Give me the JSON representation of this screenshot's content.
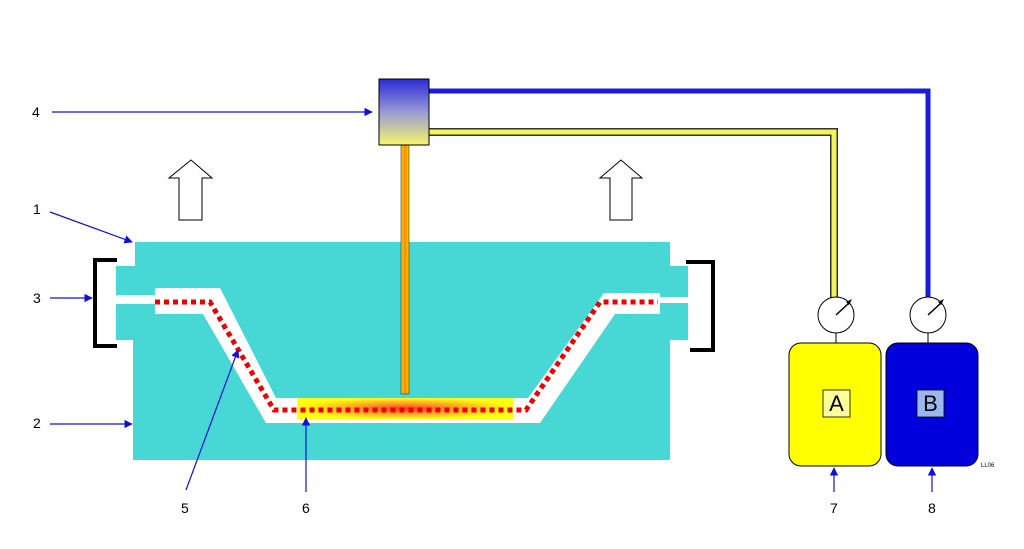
{
  "labels": {
    "l1": "1",
    "l2": "2",
    "l3": "3",
    "l4": "4",
    "l5": "5",
    "l6": "6",
    "l7": "7",
    "l8": "8"
  },
  "tanks": {
    "a": {
      "letter": "A",
      "color": "#ffff00"
    },
    "b": {
      "letter": "B",
      "color": "#0000dd"
    }
  },
  "corner_tag": "LL06",
  "colors": {
    "mold": "#47d7d5",
    "hose_a": "#f3f35a",
    "hose_b": "#1b1bdd",
    "pointer": "#1010dd",
    "fibre": "#ee0000"
  }
}
